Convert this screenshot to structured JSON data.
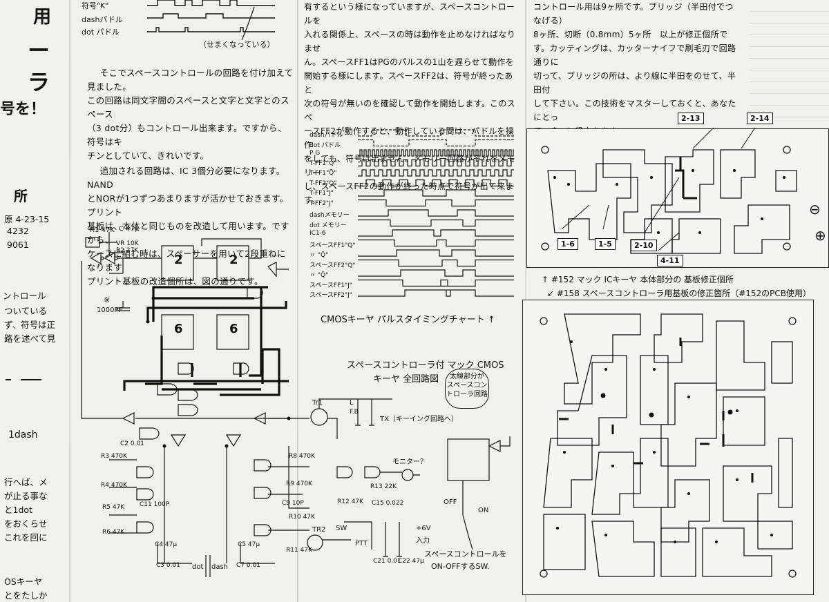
{
  "left_strip": {
    "heading_top": "用",
    "heading_mid": "ーラ",
    "heading_low": "号を！",
    "office": "所",
    "addr1": "原 4-23-15",
    "addr2": "4232",
    "addr3": "9061",
    "frag1": "ントロール",
    "frag2": "ついている",
    "frag3": "ず、符号は正",
    "frag4": "路を述べて見",
    "dash": "1dash",
    "frag5": "行へば、メ",
    "frag6": "が止る事な",
    "frag7": "と1dot",
    "frag8": "をおくらせ",
    "frag9": "これを回に",
    "frag10": "OSキーヤ",
    "frag11": "とをたしか"
  },
  "top_timing": {
    "rows": [
      "符号\"K\"",
      "dashパドル",
      "dot パドル"
    ],
    "note": "（せまくなっている）"
  },
  "column1": {
    "para1": "そこでスペースコントロールの回路を付け加えて見ました。\nこの回路は同文字間のスペースと文字と文字とのスペース\n（3 dot分）もコントロール出来ます。ですから、符号はキ\nチンとしていて、きれいです。",
    "para2": "追加される回路は、IC 3個分必要になります。NAND\nとNORが1つずつあまりますが活かせておきます。プリント\n基板は、本体と同じものを改造して用います。ですから、\nケースに組む時は、スペーサーを用いて2段重ねになります\nプリント基板の改造個所は、図の通りです。"
  },
  "column2": {
    "text": "有するという様になっていますが、スペースコントロールを\n入れる関係上、スペースの時は動作を止めなければなりませ\nん。スペースFF1はPGのパルスの1山を遅らせて動作を\n開始する様にします。スペースFF2は、符号が終ったあと\n次の符号が無いのを確認して動作を開始します。このスペ\nースFF2が動作すると、動作している間は、パドルを操作\nをしても、符号は出ません。メモリー回路がそれをメモリー\nし、スペースFF2の動作が終った時点で符号が出て来ます。"
  },
  "column3": {
    "text": "コントロール用は9ヶ所です。ブリッジ（半田付でつなげる）\n8ヶ所、切断（0.8mm）5ヶ所　以上が修正個所で\nす。カッティングは、カッターナイフで刷毛刃で回路通りに\n切って、ブリッジの所は、より線に半田をのせて、半田付\nして下さい。この技術をマスターしておくと、あなたにとっ\nて、きっと役立ちます。"
  },
  "timing_chart": {
    "labels": [
      "dashパドル",
      "dot パドル",
      "P G",
      "T-FF1\"Q\"",
      "T-FF1\"Q̄\"",
      "T-FF2\"Q\"",
      "T-FF1\"J\"",
      "T-FF2\"J\"",
      "dashメモリー",
      "dot メモリー",
      "IC1-6",
      "スペースFF1\"Q\"",
      "〃 \"Q̄\"",
      "スペースFF2\"Q\"",
      "〃 \"Q̄\"",
      "スペースFF1\"J\"",
      "スペースFF2\"J\""
    ],
    "caption": "CMOSキーヤ パルスタイミングチャート ↑"
  },
  "schematic": {
    "title_line1": "スペースコントローラ付 マック CMOS",
    "title_line2": "キーヤ 全回路図",
    "bubble": "太線部分が\nスペースコン\nトローラ回路",
    "labels": {
      "r1": "R1 47K",
      "c1": "C 47μ",
      "vr": "VR 10K",
      "r2": "R2 27K",
      "cap_note": "※",
      "cap_val": "1000PF",
      "ff2": "2",
      "ff6": "6",
      "tr1": "Tr1",
      "tr2": "TR2",
      "tx": "TX（キーイング回路へ）",
      "l": "L",
      "fb": "F.B",
      "c2": "C2 0.01",
      "r3": "R3 470K",
      "r4": "R4 470K",
      "c11": "C11 100P",
      "r5": "R5 47K",
      "r6": "R6 47K",
      "c4": "C4 47μ",
      "c3": "C3 0.01",
      "dot": "dot",
      "dash": "dash",
      "c7": "C7 0.01",
      "c5": "C5 47μ",
      "r8": "R8 470K",
      "r9": "R9 470K",
      "c9": "C9 10P",
      "r10": "R10 47K",
      "r11": "R11 47K",
      "r12": "R12 47K",
      "r13": "R13 22K",
      "c15": "C15 0.022",
      "monitor": "モニター？",
      "sw": "SW",
      "ptt": "PTT",
      "plus6v": "+6V",
      "input": "入力",
      "c21": "C21 0.01",
      "c22": "C22 47μ",
      "off": "OFF",
      "on": "ON",
      "sw_note_1": "スペースコントロールを",
      "sw_note_2": "ON-OFFするSW."
    }
  },
  "pcb_top": {
    "tags": [
      "2-13",
      "2-14",
      "1-6",
      "1-5",
      "2-10",
      "4-11"
    ],
    "minus": "⊖",
    "plus": "⊕"
  },
  "pcb_captions": {
    "cap1": "↑ #152 マック ICキーヤ 本体部分の 基板修正個所",
    "cap2": "↙ #158 スペースコントローラ用基板の修正箇所（#152のPCB使用）"
  }
}
